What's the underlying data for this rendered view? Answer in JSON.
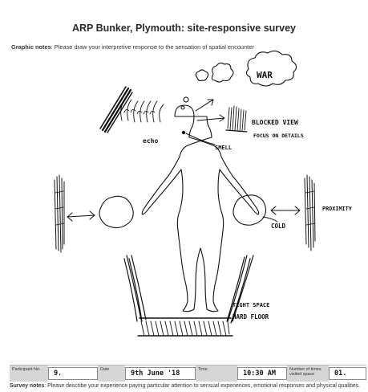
{
  "header": {
    "title": "ARP Bunker, Plymouth: site-responsive survey",
    "graphic_notes_label": "Graphic notes",
    "graphic_notes_text": ": Please draw your interpretive response to the sensation of spatial encounter"
  },
  "drawing": {
    "annotations": {
      "war": "WAR",
      "blocked_view": "BLOCKED VIEW",
      "focus_on_details": "FOCUS ON DETAILS",
      "echo": "echo",
      "smell": "SMELL",
      "proximity": "PROXIMITY",
      "cold": "COLD",
      "tight_space": "TIGHT SPACE",
      "hard_floor": "HARD FLOOR"
    }
  },
  "form": {
    "participant_label": "Participant No.",
    "participant_value": "9.",
    "date_label": "Date",
    "date_value": "9th June '18",
    "time_label": "Time",
    "time_value": "10:30 AM",
    "visits_label": "Number of times visited space",
    "visits_value": "01."
  },
  "footer": {
    "survey_notes_label": "Survey notes",
    "survey_notes_text": ": Please describe your experience paying particular attention to sensual experiences, emotional responses and physical qualities."
  }
}
